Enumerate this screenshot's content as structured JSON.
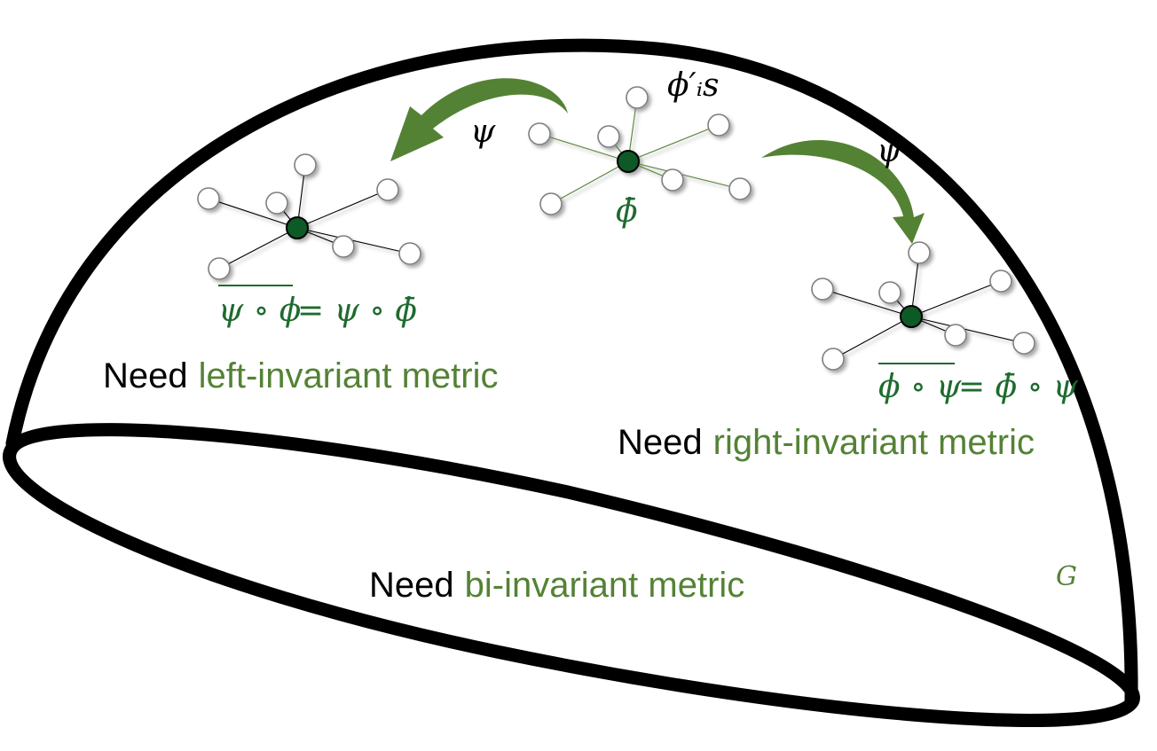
{
  "colors": {
    "outline": "#000000",
    "accent_green": "#548235",
    "math_green": "#1e6b2e",
    "node_center": "#0f5a27"
  },
  "labels": {
    "need": "Need",
    "left_metric": "left-invariant metric",
    "right_metric": "right-invariant metric",
    "bi_metric": "bi-invariant metric",
    "group": "G",
    "psi_left": "ψ",
    "psi_right": "ψ",
    "phi_i_s": "ϕ′ᵢs",
    "phi_bar": "ϕ̄",
    "left_eq_lhs": "ψ ∘ ϕ",
    "left_eq_rhs": "= ψ ∘ ϕ̄",
    "right_eq_lhs": "ϕ ∘ ψ",
    "right_eq_rhs": "= ϕ̄ ∘ ψ"
  }
}
